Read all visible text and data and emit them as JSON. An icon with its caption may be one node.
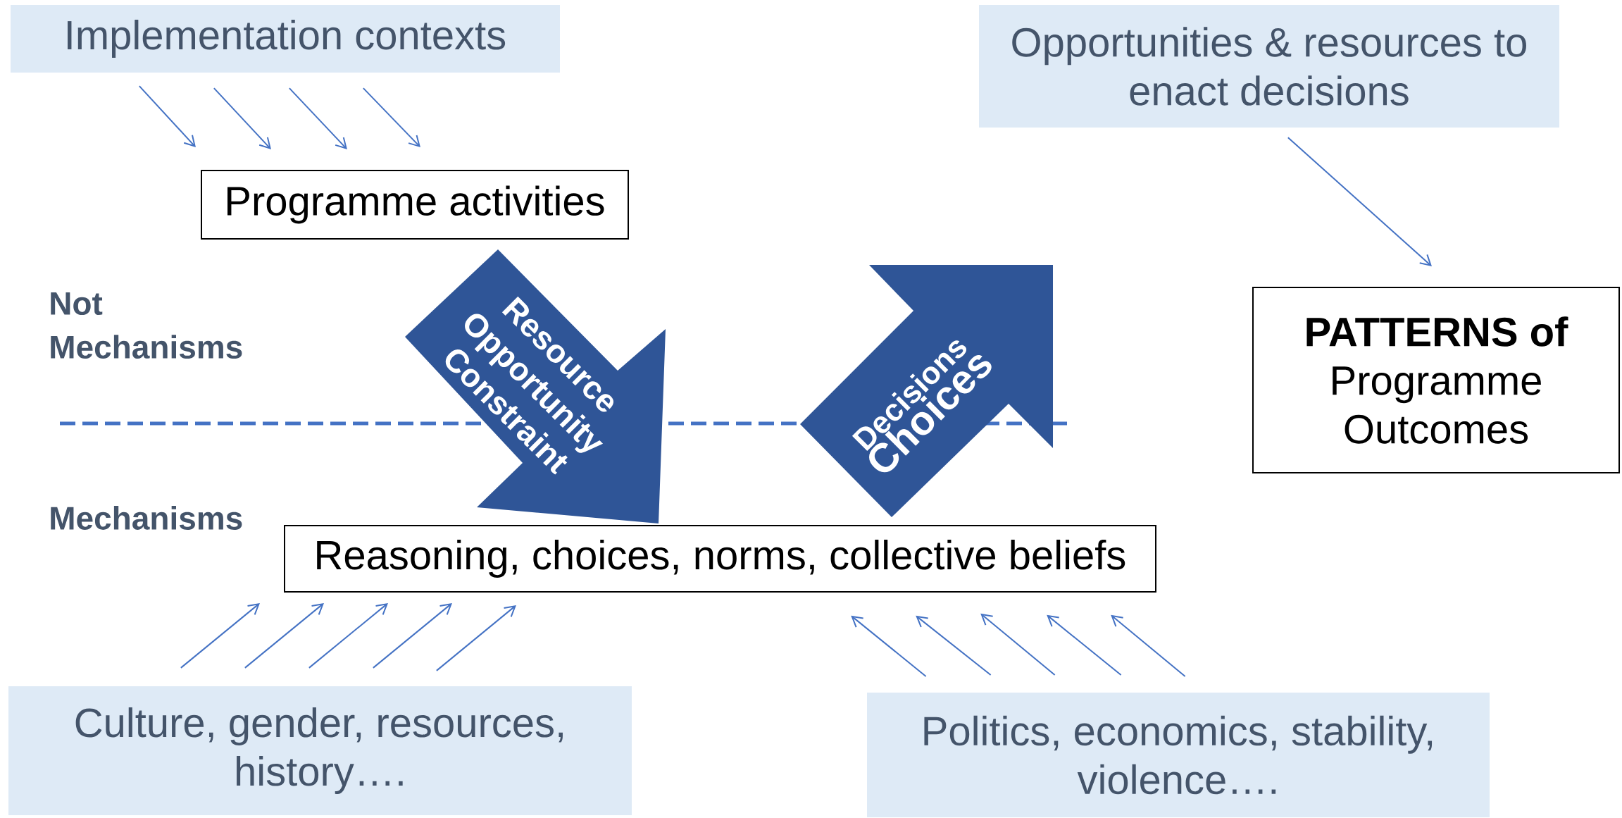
{
  "diagram": {
    "nodes": [
      {
        "text": [
          "Implementation contexts"
        ]
      },
      {
        "text": [
          "Programme activities"
        ]
      },
      {
        "text": [
          "Opportunities & resources to enact decisions"
        ]
      },
      {
        "text": [
          "**PATTERNS of** Programme Outcomes"
        ]
      },
      {
        "text": [
          "Decisions",
          "Choices"
        ]
      },
      {
        "text": [
          "Reasoning, choices, norms, collective beliefs"
        ]
      },
      {
        "text": [
          "Culture, gender, resources, history…."
        ]
      },
      {
        "text": [
          "Politics, economics, stability, violence…."
        ]
      }
    ],
    "edges": [
      {
        "from": 0,
        "to": 1,
        "arrow": "to"
      },
      {
        "from": 0,
        "to": 1,
        "arrow": "to"
      },
      {
        "from": 0,
        "to": 1,
        "arrow": "to"
      },
      {
        "from": 0,
        "to": 1,
        "arrow": "to"
      },
      {
        "from": 2,
        "to": 3,
        "arrow": "to"
      },
      {
        "from": 6,
        "to": 5,
        "arrow": "to"
      },
      {
        "from": 6,
        "to": 5,
        "arrow": "to"
      },
      {
        "from": 6,
        "to": 5,
        "arrow": "to"
      },
      {
        "from": 6,
        "to": 5,
        "arrow": "to"
      },
      {
        "from": 6,
        "to": 5,
        "arrow": "to"
      },
      {
        "from": 7,
        "to": 5,
        "arrow": "to"
      },
      {
        "from": 7,
        "to": 5,
        "arrow": "to"
      },
      {
        "from": 7,
        "to": 5,
        "arrow": "to"
      },
      {
        "from": 7,
        "to": 5,
        "arrow": "to"
      },
      {
        "from": 7,
        "to": 5,
        "arrow": "to"
      },
      {
        "from": 1,
        "to": 5,
        "arrow": "to",
        "label": "Resource Opportunity Constraint",
        "style": "thick",
        "color": "#2f5597"
      }
    ],
    "labels": [
      "Not Mechanisms",
      "Mechanisms"
    ]
  }
}
